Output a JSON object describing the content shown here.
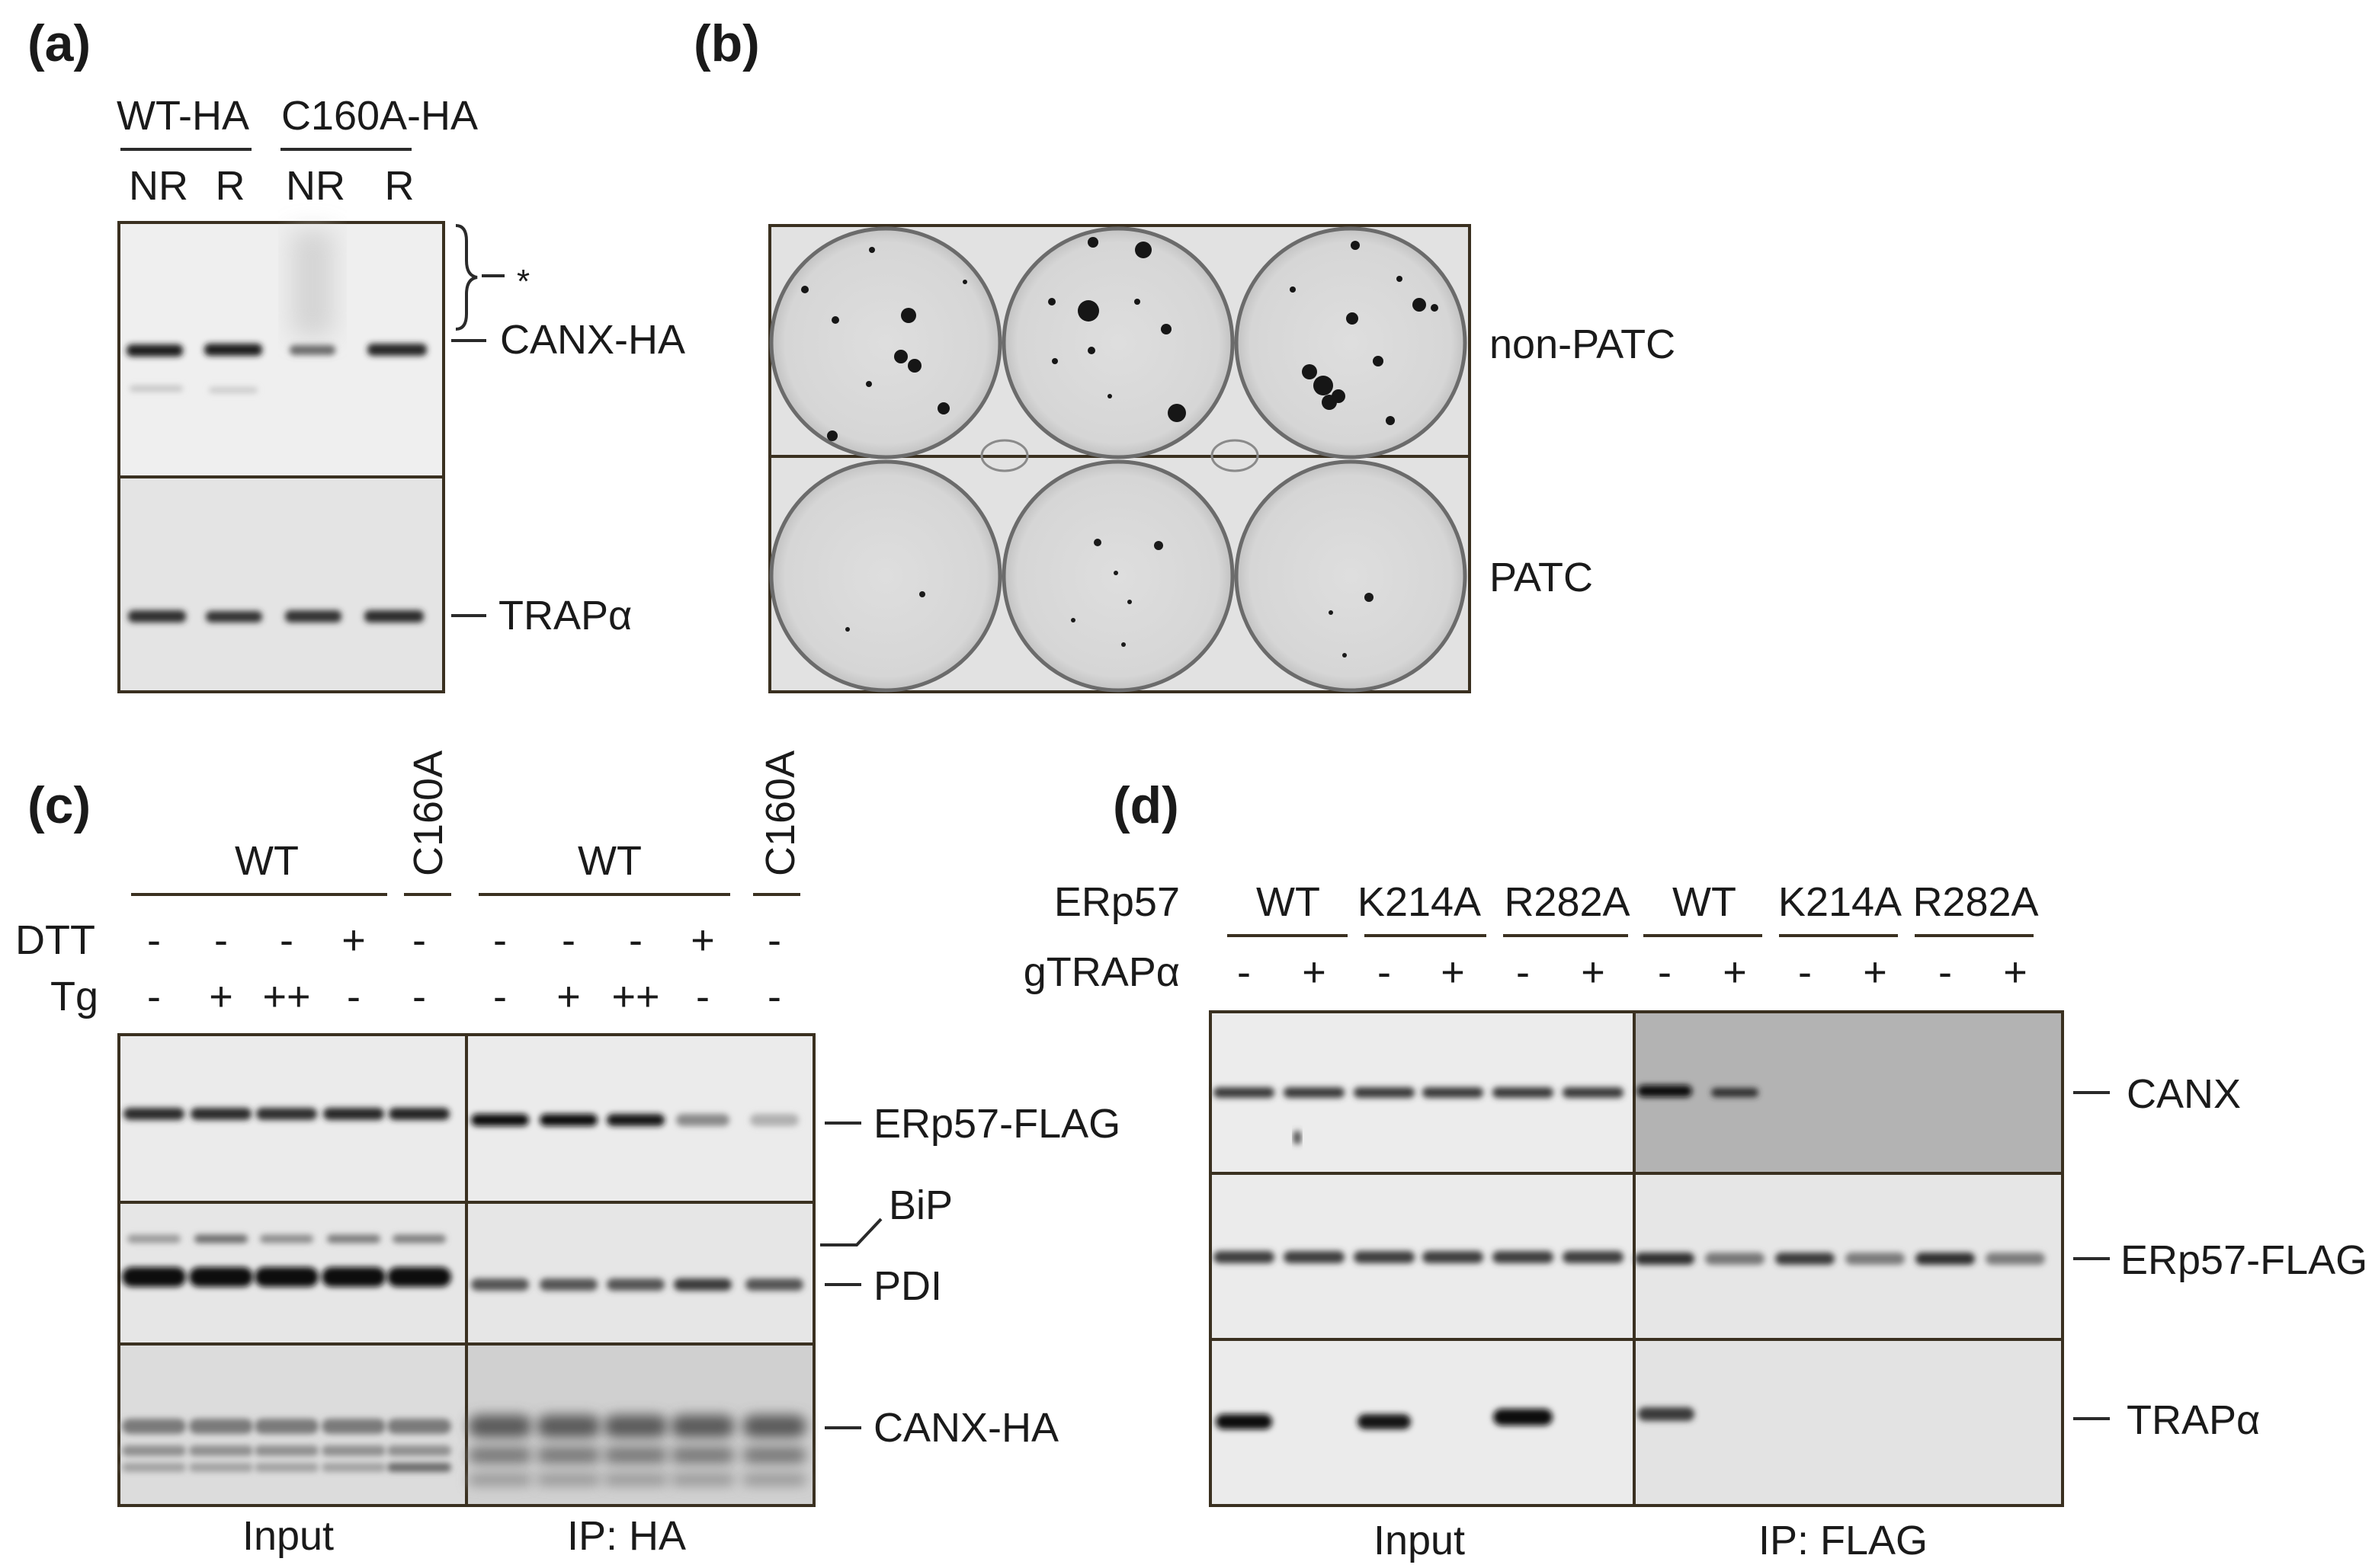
{
  "panels": {
    "a": {
      "letter": "(a)",
      "groups": [
        "WT-HA",
        "C160A-HA"
      ],
      "lanes": [
        "NR",
        "R",
        "NR",
        "R"
      ],
      "star": "*",
      "bands": [
        "CANX-HA",
        "TRAPα"
      ]
    },
    "b": {
      "letter": "(b)",
      "rows": [
        "non-PATC",
        "PATC"
      ]
    },
    "c": {
      "letter": "(c)",
      "groups": [
        "WT",
        "C160A",
        "WT",
        "C160A"
      ],
      "row_labels": [
        "DTT",
        "Tg"
      ],
      "dtt": [
        "-",
        "-",
        "-",
        "+",
        "-",
        "-",
        "-",
        "-",
        "+",
        "-"
      ],
      "tg": [
        "-",
        "+",
        "++",
        "-",
        "-",
        "-",
        "+",
        "++",
        "-",
        "-"
      ],
      "bands": [
        "ERp57-FLAG",
        "BiP",
        "PDI",
        "CANX-HA"
      ],
      "footers": [
        "Input",
        "IP: HA"
      ]
    },
    "d": {
      "letter": "(d)",
      "row_labels": [
        "ERp57",
        "gTRAPα"
      ],
      "groups": [
        "WT",
        "K214A",
        "R282A",
        "WT",
        "K214A",
        "R282A"
      ],
      "gtrap": [
        "-",
        "+",
        "-",
        "+",
        "-",
        "+",
        "-",
        "+",
        "-",
        "+",
        "-",
        "+"
      ],
      "bands": [
        "CANX",
        "ERp57-FLAG",
        "TRAPα"
      ],
      "footers": [
        "Input",
        "IP: FLAG"
      ]
    }
  }
}
